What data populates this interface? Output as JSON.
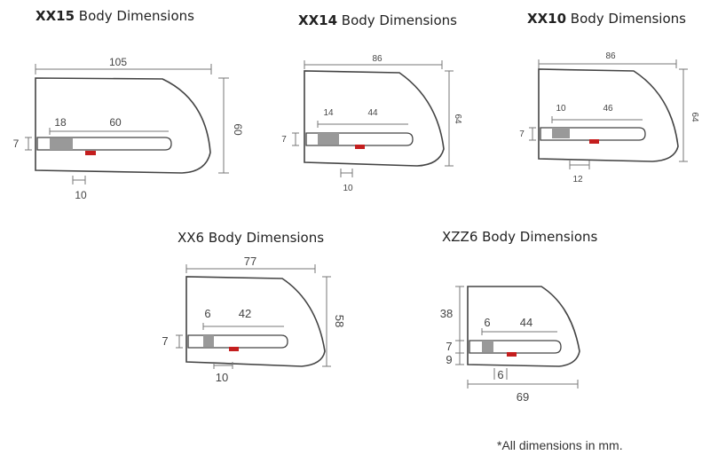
{
  "locks": [
    {
      "model": "XX15",
      "title_suffix": " Body Dimensions",
      "dims": {
        "width": "105",
        "height": "60",
        "pin": "18",
        "slot": "60",
        "gap": "7",
        "offset": "10"
      }
    },
    {
      "model": "XX14",
      "title_suffix": "  Body Dimensions",
      "dims": {
        "width": "86",
        "height": "64",
        "pin": "14",
        "slot": "44",
        "gap": "7",
        "offset": "10"
      }
    },
    {
      "model": "XX10",
      "title_suffix": " Body Dimensions",
      "dims": {
        "width": "86",
        "height": "64",
        "pin": "10",
        "slot": "46",
        "gap": "7",
        "offset": "12"
      }
    },
    {
      "model": "XX6",
      "title_suffix": " Body Dimensions",
      "dims": {
        "width": "77",
        "height": "58",
        "pin": "6",
        "slot": "42",
        "gap": "7",
        "offset": "10"
      }
    },
    {
      "model": "XZZ6",
      "title_suffix": " Body Dimensions",
      "dims": {
        "width": "69",
        "height": "38",
        "pin": "6",
        "slot": "44",
        "gap": "7",
        "gap2": "9",
        "offset": "6"
      }
    }
  ],
  "footnote": "*All dimensions in mm.",
  "colors": {
    "pin": "#999999",
    "marker": "#c41e1e",
    "outline": "#444444"
  }
}
